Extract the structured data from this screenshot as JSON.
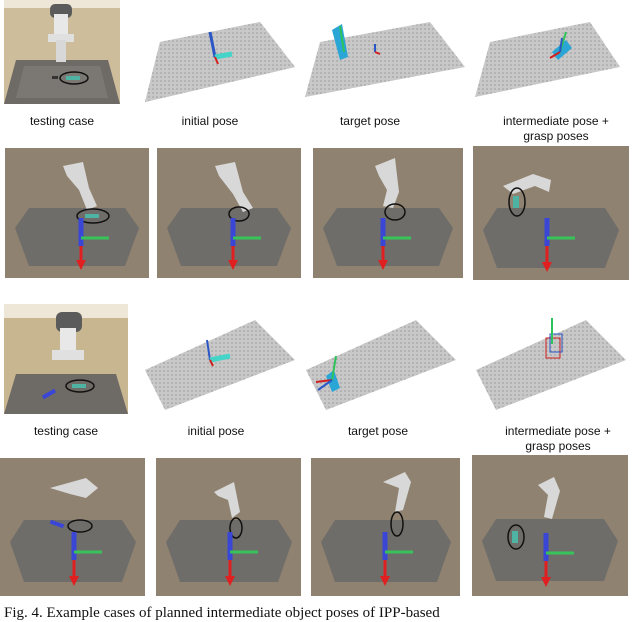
{
  "figure": {
    "group1": {
      "labels": [
        "testing case",
        "initial pose",
        "target pose",
        "intermediate pose +",
        "grasp poses"
      ]
    },
    "group2": {
      "labels": [
        "testing case",
        "initial pose",
        "target pose",
        "intermediate pose +",
        "grasp poses"
      ]
    },
    "caption": "Fig. 4.   Example cases of planned intermediate object poses of IPP-based"
  }
}
